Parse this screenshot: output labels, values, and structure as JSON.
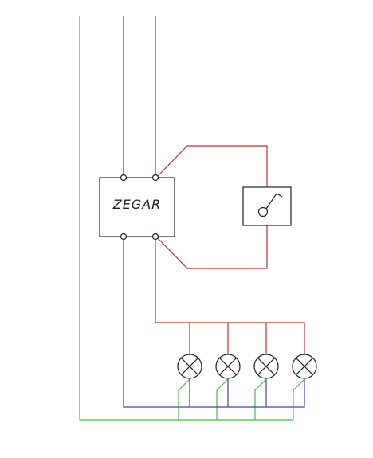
{
  "diagram": {
    "timer_label": "ZEGAR"
  },
  "colors": {
    "phase": "#c0302e",
    "neutral": "#3b46b4",
    "earth": "#4cb84c",
    "device": "#222222"
  },
  "components": {
    "timer": "timer-box",
    "switch": "light-switch",
    "lamps": [
      "lamp",
      "lamp",
      "lamp",
      "lamp"
    ]
  }
}
